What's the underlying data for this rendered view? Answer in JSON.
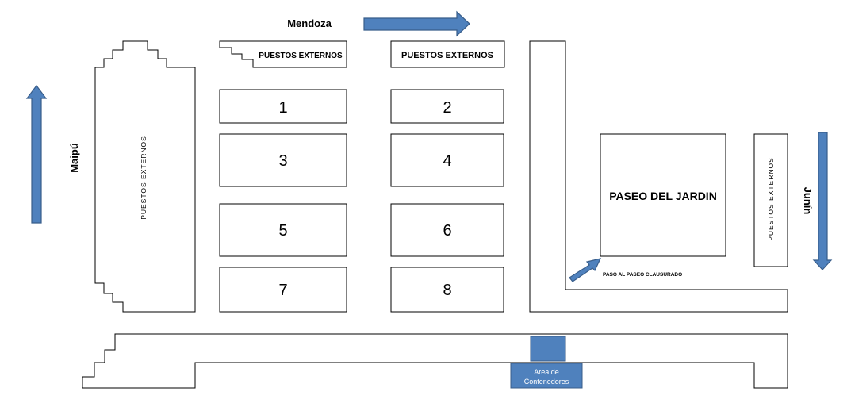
{
  "streets": {
    "top": "Mendoza",
    "left": "Maipú",
    "right": "Junín"
  },
  "stalls": {
    "external": "PUESTOS EXTERNOS",
    "left_vertical": "PUESTOS EXTERNOS",
    "right_vertical": "PUESTOS EXTERNOS",
    "top_left": "PUESTOS EXTERNOS",
    "top_right": "PUESTOS EXTERNOS"
  },
  "blocks": [
    "1",
    "2",
    "3",
    "4",
    "5",
    "6",
    "7",
    "8"
  ],
  "paseo": {
    "title": "PASEO DEL JARDIN",
    "closed_passage": "PASO AL PASEO CLAUSURADO"
  },
  "containers": {
    "line1": "Area de",
    "line2": "Contenedores"
  },
  "colors": {
    "arrow_fill": "#4f81bd",
    "arrow_stroke": "#385d8a",
    "container_fill": "#4f81bd"
  }
}
